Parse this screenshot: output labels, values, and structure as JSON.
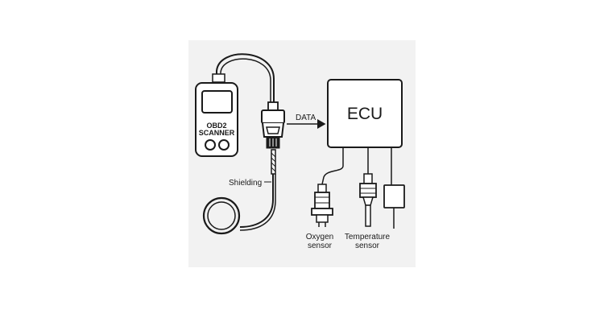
{
  "scanner": {
    "line1": "OBD2",
    "line2": "SCANNER"
  },
  "ecu": {
    "label": "ECU"
  },
  "data_arrow": {
    "label": "DATA"
  },
  "shielding": {
    "label": "Shielding"
  },
  "oxygen_sensor": {
    "line1": "Oxygen",
    "line2": "sensor"
  },
  "temperature_sensor": {
    "line1": "Temperature",
    "line2": "sensor"
  }
}
